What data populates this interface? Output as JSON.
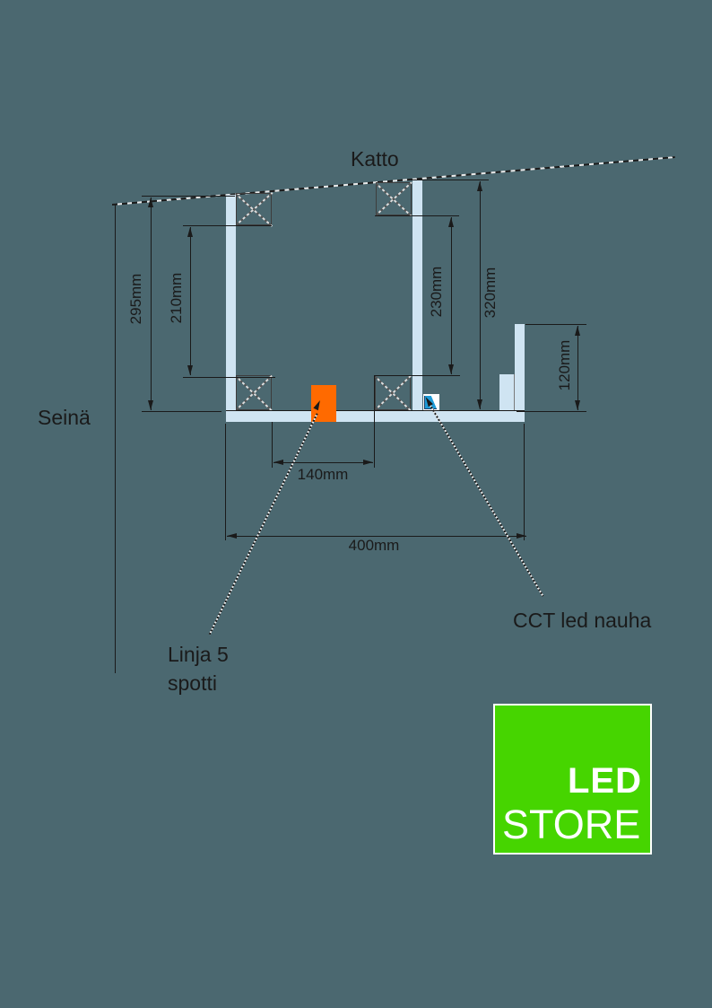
{
  "colors": {
    "background": "#4B6870",
    "profile_blue": "#CFE4F2",
    "spot_orange": "#FF6A00",
    "led_strip_blue": "#1E9BD7",
    "logo_green": "#46D500",
    "line_black": "#1A1A1A",
    "logo_white": "#FFFFFF"
  },
  "diagram": {
    "labels": {
      "ceiling": "Katto",
      "wall": "Seinä",
      "spot_line1": "Linja 5",
      "spot_line2": "spotti",
      "led_strip": "CCT led nauha"
    },
    "dimensions": {
      "left_outer": "295mm",
      "left_inner": "210mm",
      "right_inner": "230mm",
      "right_outer": "320mm",
      "end_upstand": "120mm",
      "spot_gap": "140mm",
      "total_width": "400mm"
    }
  },
  "logo": {
    "line1": "LED",
    "line2": "STORE"
  }
}
